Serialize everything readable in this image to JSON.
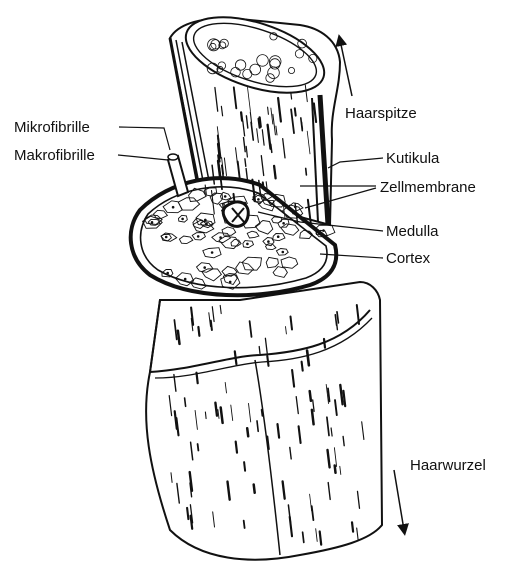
{
  "labels": {
    "mikrofibrille": "Mikrofibrille",
    "makrofibrille": "Makrofibrille",
    "haarspitze": "Haarspitze",
    "kutikula": "Kutikula",
    "zellmembrane": "Zellmembrane",
    "medulla": "Medulla",
    "cortex": "Cortex",
    "haarwurzel": "Haarwurzel"
  },
  "colors": {
    "ink": "#111111",
    "paper": "#ffffff"
  }
}
